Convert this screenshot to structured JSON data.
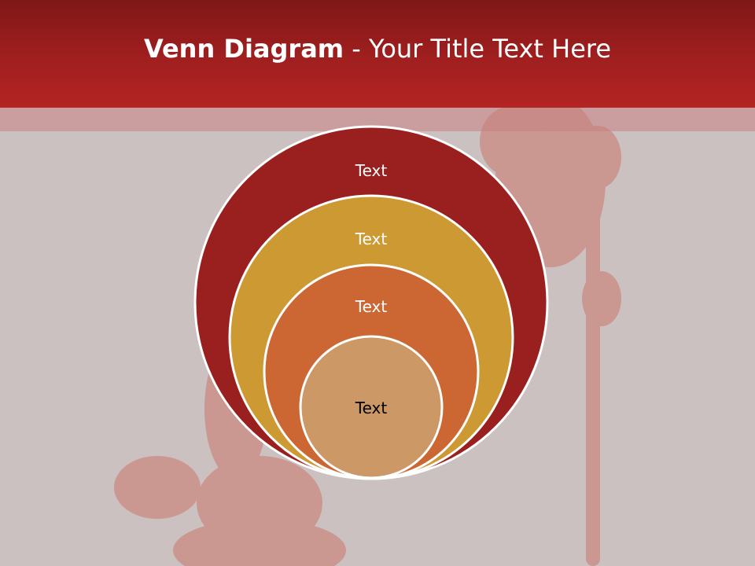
{
  "slide": {
    "title_bold": "Venn Diagram",
    "title_rest": " - Your Title Text Here"
  },
  "venn": {
    "circles": [
      {
        "label": "Text",
        "fill": "#9a2020",
        "text_color": "#ffffff"
      },
      {
        "label": "Text",
        "fill": "#cc9933",
        "text_color": "#ffffff"
      },
      {
        "label": "Text",
        "fill": "#cc6633",
        "text_color": "#ffffff"
      },
      {
        "label": "Text",
        "fill": "#cc9966",
        "text_color": "#000000"
      }
    ],
    "outline_color": "#ffffff"
  },
  "colors": {
    "header_top": "#7f1717",
    "header_bottom": "#b42424",
    "background": "#ccc1c1"
  }
}
